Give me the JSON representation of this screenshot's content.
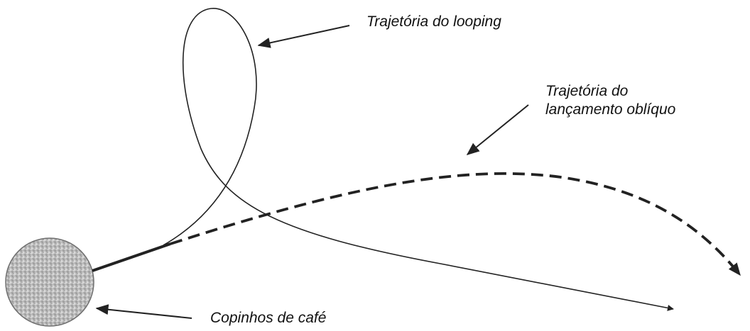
{
  "labels": {
    "looping": "Trajetória do looping",
    "oblique_line1": "Trajetória do",
    "oblique_line2": "lançamento oblíquo",
    "cups": "Copinhos de café"
  },
  "colors": {
    "ink": "#222222",
    "ball_fill": "#c9c9c9",
    "ball_stroke": "#6f6f6f"
  }
}
